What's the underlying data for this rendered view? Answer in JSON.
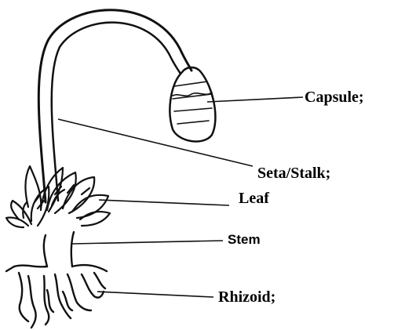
{
  "labels": {
    "capsule": "Capsule;",
    "seta": "Seta/Stalk;",
    "leaf": "Leaf",
    "stem": "Stem",
    "rhizoid": "Rhizoid;"
  }
}
